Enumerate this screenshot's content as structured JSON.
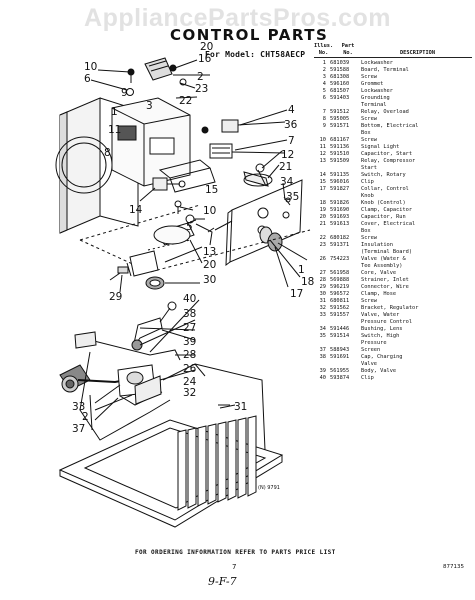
{
  "watermark": "AppliancePartsPros.com",
  "title": "CONTROL PARTS",
  "subtitle": "For Model: CHT58AECP",
  "table": {
    "col_no": "Illus.\nNo.",
    "col_part": "Part\nNo.",
    "col_desc": "DESCRIPTION",
    "rows": [
      {
        "no": "1",
        "part": "681039",
        "desc": "Lockwasher"
      },
      {
        "no": "2",
        "part": "591588",
        "desc": "Board, Terminal"
      },
      {
        "no": "3",
        "part": "681308",
        "desc": "Screw"
      },
      {
        "no": "4",
        "part": "596160",
        "desc": "Grommet"
      },
      {
        "no": "5",
        "part": "681507",
        "desc": "Lockwasher"
      },
      {
        "no": "6",
        "part": "591403",
        "desc": "Grounding\nTerminal"
      },
      {
        "no": "7",
        "part": "591512",
        "desc": "Relay, Overload"
      },
      {
        "no": "8",
        "part": "595005",
        "desc": "Screw"
      },
      {
        "no": "9",
        "part": "591571",
        "desc": "Bottom, Electrical\nBox"
      },
      {
        "no": "10",
        "part": "681167",
        "desc": "Screw"
      },
      {
        "no": "11",
        "part": "591136",
        "desc": "Signal Light"
      },
      {
        "no": "12",
        "part": "591510",
        "desc": "Capacitor, Start"
      },
      {
        "no": "13",
        "part": "591509",
        "desc": "Relay, Compressor\nStart"
      },
      {
        "no": "14",
        "part": "591135",
        "desc": "Switch, Rotary"
      },
      {
        "no": "15",
        "part": "596016",
        "desc": "Clip"
      },
      {
        "no": "17",
        "part": "591827",
        "desc": "Collar, Control\nKnob"
      },
      {
        "no": "18",
        "part": "591826",
        "desc": "Knob (Control)"
      },
      {
        "no": "19",
        "part": "591690",
        "desc": "Clamp, Capacitor"
      },
      {
        "no": "20",
        "part": "591693",
        "desc": "Capacitor, Run"
      },
      {
        "no": "21",
        "part": "591613",
        "desc": "Cover, Electrical\nBox"
      },
      {
        "no": "22",
        "part": "680182",
        "desc": "Screw"
      },
      {
        "no": "23",
        "part": "591371",
        "desc": "Insulation\n(Terminal Board)"
      },
      {
        "no": "26",
        "part": "754223",
        "desc": "Valve (Water &\nTee Assembly)"
      },
      {
        "no": "27",
        "part": "561958",
        "desc": "Core, Valve"
      },
      {
        "no": "28",
        "part": "569888",
        "desc": "Strainer, Inlet"
      },
      {
        "no": "29",
        "part": "596219",
        "desc": "Connector, Wire"
      },
      {
        "no": "30",
        "part": "596572",
        "desc": "Clamp, Hose"
      },
      {
        "no": "31",
        "part": "680811",
        "desc": "Screw"
      },
      {
        "no": "32",
        "part": "591562",
        "desc": "Bracket, Regulator"
      },
      {
        "no": "33",
        "part": "591557",
        "desc": "Valve, Water\nPressure Control"
      },
      {
        "no": "34",
        "part": "591446",
        "desc": "Bushing, Lens"
      },
      {
        "no": "35",
        "part": "591514",
        "desc": "Switch, High\nPressure"
      },
      {
        "no": "37",
        "part": "588943",
        "desc": "Screen"
      },
      {
        "no": "38",
        "part": "591691",
        "desc": "Cap, Charging\nValve"
      },
      {
        "no": "39",
        "part": "561955",
        "desc": "Body, Valve"
      },
      {
        "no": "40",
        "part": "593874",
        "desc": "Clip"
      }
    ]
  },
  "callouts": [
    "10",
    "6",
    "9",
    "3",
    "1",
    "11",
    "8",
    "14",
    "5",
    "29",
    "40",
    "38",
    "27",
    "39",
    "28",
    "26",
    "32",
    "33",
    "2",
    "37",
    "20",
    "16",
    "2",
    "23",
    "22",
    "4",
    "36",
    "7",
    "12",
    "21",
    "34",
    "35",
    "15",
    "10",
    "1",
    "18",
    "17",
    "13",
    "20",
    "30",
    "31",
    "24"
  ],
  "diagram_note": "(N) 9791",
  "footer": "FOR ORDERING INFORMATION REFER TO PARTS PRICE LIST",
  "page_number": "7",
  "handwritten_code": "9-F-7",
  "print_code": "877135"
}
